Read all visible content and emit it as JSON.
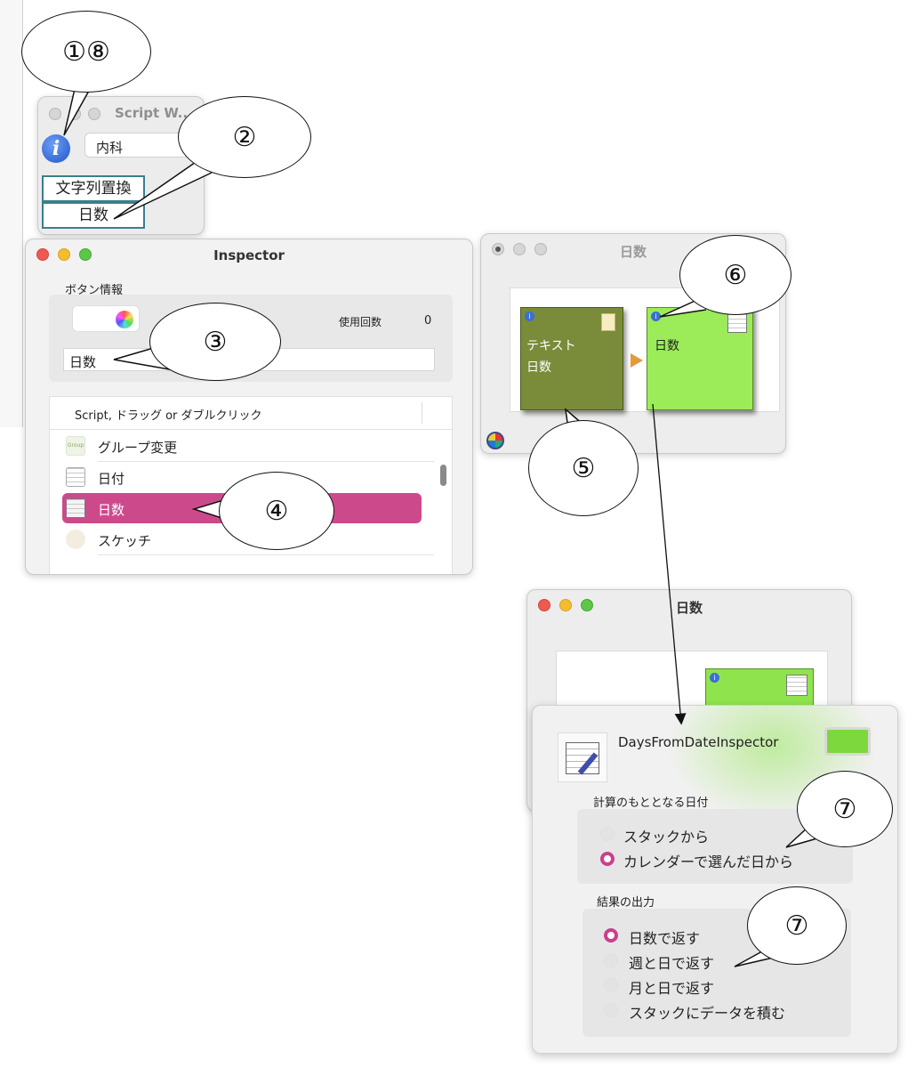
{
  "callouts": {
    "c18": "①⑧",
    "c2": "②",
    "c3": "③",
    "c4": "④",
    "c5": "⑤",
    "c6": "⑥",
    "c7a": "⑦",
    "c7b": "⑦"
  },
  "script_window": {
    "title": "Script W...",
    "popup_value": "内科",
    "buttons": [
      "文字列置換",
      "日数"
    ],
    "info_icon": "info-icon"
  },
  "inspector": {
    "title": "Inspector",
    "section_label": "ボタン情報",
    "usage_label": "使用回数",
    "usage_count": "0",
    "name_field": "日数",
    "list_header": "Script, ドラッグ or ダブルクリック",
    "items": [
      {
        "label": "グループ変更",
        "icon": "group-icon"
      },
      {
        "label": "日付",
        "icon": "calendar-icon"
      },
      {
        "label": "日数",
        "icon": "days-calendar-icon",
        "selected": true
      },
      {
        "label": "スケッチ",
        "icon": "sketch-icon"
      }
    ],
    "selected_color": "#cc4a8c"
  },
  "days_window_top": {
    "title": "日数",
    "block1": {
      "line1": "テキスト",
      "line2": "日数",
      "color": "#7a8c3a"
    },
    "block2": {
      "line1": "日数",
      "color": "#9bec58"
    }
  },
  "days_window_bottom": {
    "title": "日数"
  },
  "days_popover": {
    "title": "DaysFromDateInspector",
    "swatch_color": "#7dd83e",
    "section1_label": "計算のもととなる日付",
    "section1_options": [
      {
        "label": "スタックから",
        "selected": false
      },
      {
        "label": "カレンダーで選んだ日から",
        "selected": true
      }
    ],
    "section2_label": "結果の出力",
    "section2_options": [
      {
        "label": "日数で返す",
        "selected": true
      },
      {
        "label": "週と日で返す",
        "selected": false
      },
      {
        "label": "月と日で返す",
        "selected": false
      },
      {
        "label": "スタックにデータを積む",
        "selected": false
      }
    ]
  }
}
